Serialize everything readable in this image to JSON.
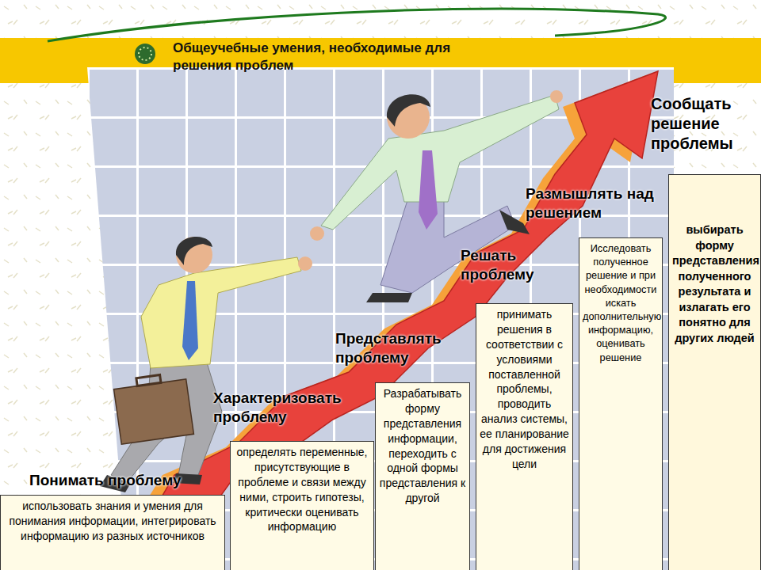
{
  "diagram": {
    "title": "Общеучебные умения, необходимые для решения проблем",
    "nodes": [
      {
        "text": [
          "Понимать проблему",
          "использовать знания и умения для понимания информации, интегрировать информацию из разных источников"
        ]
      },
      {
        "text": [
          "Характеризовать проблему",
          "определять переменные, присутствующие в проблеме и связи между ними, строить гипотезы, критически оценивать информацию"
        ]
      },
      {
        "text": [
          "Представлять проблему",
          "Разрабатывать форму представления информации, переходить с одной формы представления к другой"
        ]
      },
      {
        "text": [
          "Решать проблему",
          "принимать решения в соответствии с условиями поставленной проблемы, проводить анализ системы, ее планирование для достижения цели"
        ]
      },
      {
        "text": [
          "Размышлять над решением",
          "Исследовать полученное решение и при необходимости искать дополнительную информацию, оценивать решение"
        ]
      },
      {
        "text": [
          "Сообщать решение проблемы",
          "выбирать форму представления полученного результата и излагать его понятно для других людей"
        ]
      }
    ]
  }
}
